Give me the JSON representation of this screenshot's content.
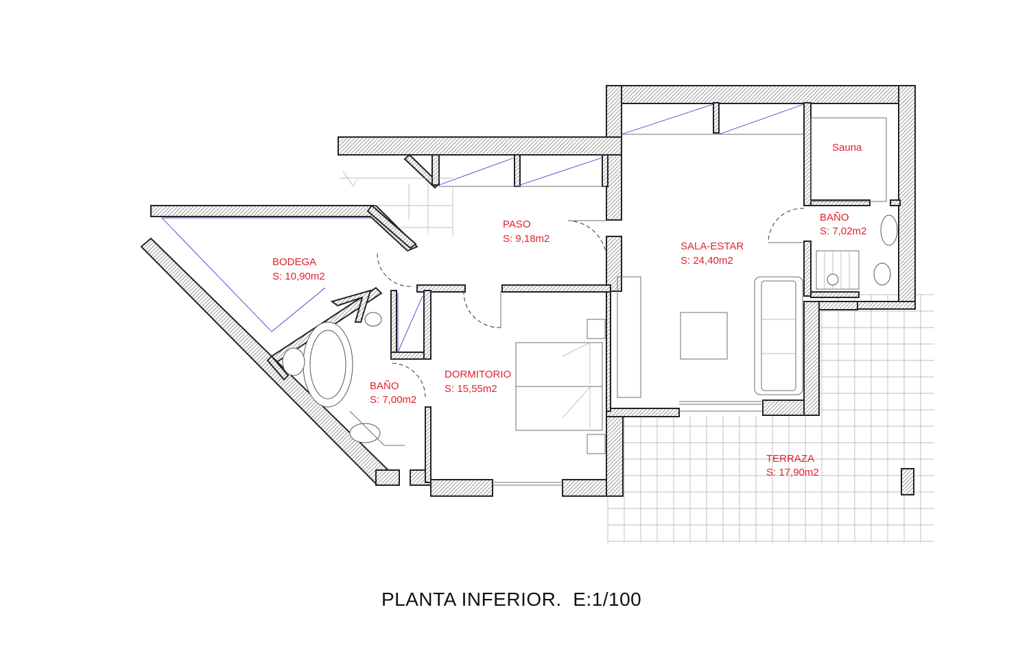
{
  "rooms": [
    {
      "name": "PASO",
      "area": "S: 9,18m2"
    },
    {
      "name": "BODEGA",
      "area": "S: 10,90m2"
    },
    {
      "name": "SALA-ESTAR",
      "area": "S: 24,40m2"
    },
    {
      "name": "Sauna",
      "area": ""
    },
    {
      "name": "BAÑO",
      "area": "S: 7,02m2"
    },
    {
      "name": "DORMITORIO",
      "area": "S: 15,55m2"
    },
    {
      "name": "BAÑO",
      "area": "S: 7,00m2"
    },
    {
      "name": "TERRAZA",
      "area": "S: 17,90m2"
    }
  ],
  "caption": "PLANTA INFERIOR.  E:1/100",
  "colors": {
    "label": "#e0202a",
    "wall": "#222222",
    "glass": "#3a3ad0",
    "grid": "#a8a8a8"
  }
}
